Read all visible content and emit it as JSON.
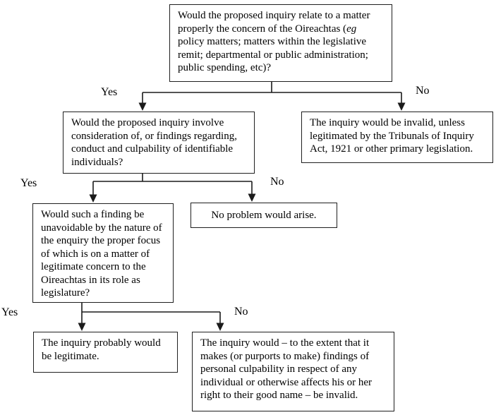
{
  "boxes": {
    "q1": {
      "pre": "Would the proposed inquiry relate to a matter properly the concern of the Oireachtas (",
      "italic": "eg",
      "post": " policy matters; matters within the legislative remit; departmental or public administration; public spending, etc)?"
    },
    "q2": {
      "text": "Would the proposed inquiry involve consideration of, or findings regarding, conduct and culpability of identifiable individuals?"
    },
    "invalid_unless": {
      "text": "The inquiry would be invalid, unless legitimated by the Tribunals of Inquiry Act, 1921 or other primary legislation."
    },
    "q3": {
      "text": "Would such a finding be unavoidable by the nature of the enquiry the proper focus of which is on a matter of legitimate concern to the Oireachtas in its role as legislature?"
    },
    "no_problem": {
      "text": "No problem would arise."
    },
    "legitimate": {
      "text": "The inquiry probably would be legitimate."
    },
    "invalid_extent": {
      "text": "The inquiry would – to the extent that it makes (or purports to make) findings of personal culpability in respect of any individual or otherwise affects his or her right to their good name – be invalid."
    }
  },
  "labels": {
    "q1_yes": "Yes",
    "q1_no": "No",
    "q2_yes": "Yes",
    "q2_no": "No",
    "q3_yes": "Yes",
    "q3_no": "No"
  },
  "colors": {
    "line": "#1b1b1b",
    "border": "#1f1f1f",
    "background": "#ffffff",
    "text": "#000000"
  }
}
